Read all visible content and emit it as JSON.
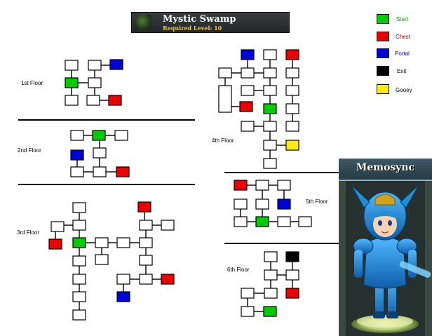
{
  "zone": {
    "title": "Mystic Swamp",
    "subtitle": "Required Level: 10"
  },
  "legend": [
    {
      "label": "Start",
      "color": "#00cc00",
      "text_color": "#00b000"
    },
    {
      "label": "Chest",
      "color": "#ee0000",
      "text_color": "#c00000"
    },
    {
      "label": "Portal",
      "color": "#0000dd",
      "text_color": "#0000cc"
    },
    {
      "label": "Exit",
      "color": "#000000",
      "text_color": "#000000"
    },
    {
      "label": "Gooey",
      "color": "#ffee00",
      "text_color": "#000000"
    }
  ],
  "floors": [
    {
      "label": "1st Floor"
    },
    {
      "label": "2nd Floor"
    },
    {
      "label": "3rd Floor"
    },
    {
      "label": "4th Floor"
    },
    {
      "label": "5th Floor"
    },
    {
      "label": "6th Floor"
    }
  ],
  "character": {
    "name": "Memosync",
    "armor_color": "#1f8fd6",
    "accent_color": "#d4a11a"
  },
  "colors": {
    "room": "#ffffff",
    "start": "#00cc00",
    "chest": "#ee0000",
    "portal": "#0000dd",
    "exit": "#000000",
    "gooey": "#ffee00"
  }
}
